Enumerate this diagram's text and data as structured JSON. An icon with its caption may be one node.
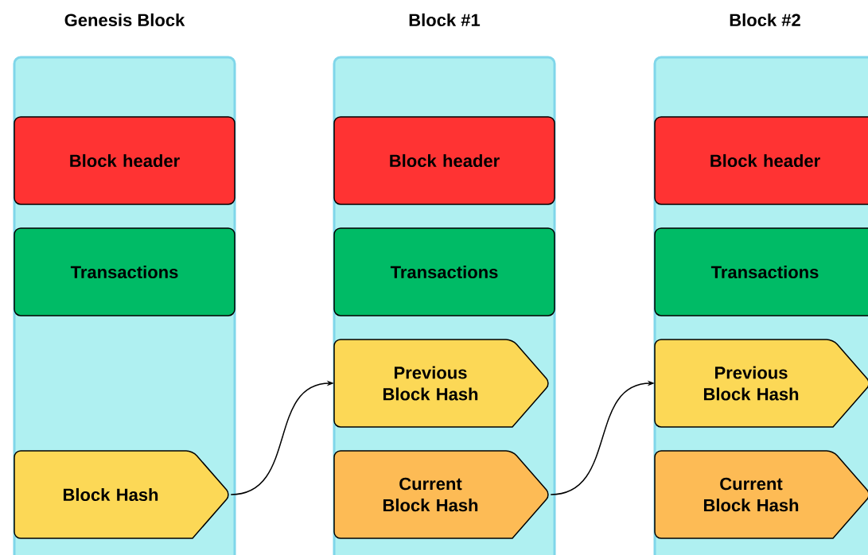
{
  "diagram": {
    "nodes": [
      {
        "text": [
          "Genesis Block"
        ]
      },
      {
        "text": [
          "Block header"
        ],
        "in": 0
      },
      {
        "text": [
          "Transactions"
        ],
        "in": 0
      },
      {
        "text": [
          "Block Hash"
        ],
        "in": 0
      },
      {
        "text": [
          "Block #1"
        ]
      },
      {
        "text": [
          "Block header"
        ],
        "in": 4
      },
      {
        "text": [
          "Transactions"
        ],
        "in": 4
      },
      {
        "text": [
          "Previous Block Hash"
        ],
        "in": 4
      },
      {
        "text": [
          "Current Block Hash"
        ],
        "in": 4
      },
      {
        "text": [
          "Block #2"
        ]
      },
      {
        "text": [
          "Block header"
        ],
        "in": 9
      },
      {
        "text": [
          "Transactions"
        ],
        "in": 9
      },
      {
        "text": [
          "Previous Block Hash"
        ],
        "in": 9
      },
      {
        "text": [
          "Current Block Hash"
        ],
        "in": 9
      }
    ],
    "edges": [
      {
        "from": 3,
        "to": 7,
        "arrow": "to"
      },
      {
        "from": 8,
        "to": 12,
        "arrow": "to"
      }
    ]
  }
}
